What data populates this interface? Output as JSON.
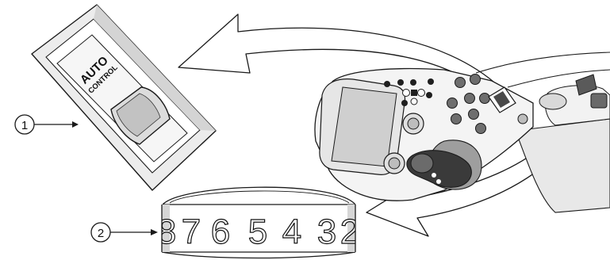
{
  "figure": {
    "background": "#ffffff",
    "line_color": "#1a1a1a",
    "gray_light": "#e6e6e6",
    "gray_mid": "#b3b3b3",
    "gray_dark": "#4d4d4d"
  },
  "switch_detail": {
    "line1": "AUTO",
    "line2": "CONTROL",
    "icon": "rocker-switch-icon"
  },
  "callouts": [
    {
      "number": "1",
      "target": "rocker switch"
    },
    {
      "number": "2",
      "target": "display wheel"
    }
  ],
  "number_wheel": {
    "digits": [
      "8",
      "7",
      "6",
      "5",
      "4",
      "3",
      "2"
    ]
  }
}
